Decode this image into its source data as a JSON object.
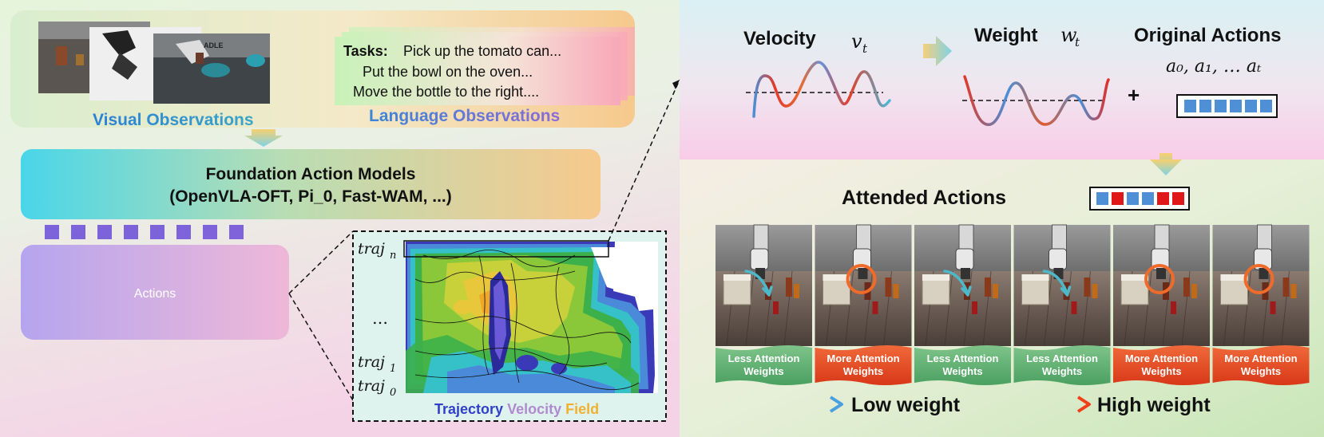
{
  "colors": {
    "left_bg_top": "#e9f3dd",
    "left_bg_bottom": "#f6d6e8",
    "right_top_bg": "#f4e3f0",
    "right_bottom_bg": "#d9ecd0",
    "low_weight": "#4db8c8",
    "high_weight": "#f06a2a",
    "action_square": "#6a4bd8",
    "action_blue": "#4f8fd6",
    "action_red": "#e01818"
  },
  "observations": {
    "tasks_label": "Tasks:",
    "task_lines": [
      "Pick up the tomato can...",
      "Put the bowl on the oven...",
      "Move the bottle to the right...."
    ],
    "visual_label": "Visual Observations",
    "language_label": "Language Observations"
  },
  "foundation": {
    "title": "Foundation Action Models",
    "subtitle": "(OpenVLA-OFT, Pi_0, Fast-WAM, ...)"
  },
  "actions_box_label": "Actions",
  "field": {
    "traj_labels": [
      "traj",
      "traj",
      "traj"
    ],
    "traj_subs": [
      "n",
      "1",
      "0"
    ],
    "ellipsis": "…",
    "caption_parts": [
      "Trajectory",
      "Velocity",
      "Field"
    ]
  },
  "top_right": {
    "velocity_label": "Velocity",
    "velocity_symbol": "v",
    "velocity_sub": "t",
    "weight_label": "Weight",
    "weight_symbol": "w",
    "weight_sub": "t",
    "plus": "+",
    "original_label": "Original Actions",
    "original_formula": "a₀, a₁, … aₜ",
    "original_blocks": [
      "blue",
      "blue",
      "blue",
      "blue",
      "blue",
      "blue"
    ]
  },
  "attended": {
    "label": "Attended Actions",
    "blocks": [
      "blue",
      "red",
      "blue",
      "blue",
      "red",
      "red"
    ]
  },
  "frames": [
    {
      "arrow": "low",
      "circle": false,
      "banner": "Less Attention Weights",
      "level": "less"
    },
    {
      "arrow": "none",
      "circle": true,
      "banner": "More Attention Weights",
      "level": "more"
    },
    {
      "arrow": "low",
      "circle": false,
      "banner": "Less Attention Weights",
      "level": "less"
    },
    {
      "arrow": "low",
      "circle": false,
      "banner": "Less Attention Weights",
      "level": "less"
    },
    {
      "arrow": "none",
      "circle": true,
      "banner": "More Attention Weights",
      "level": "more"
    },
    {
      "arrow": "none",
      "circle": true,
      "banner": "More Attention Weights",
      "level": "more"
    }
  ],
  "legend": {
    "low_label": "Low weight",
    "high_label": "High weight"
  }
}
